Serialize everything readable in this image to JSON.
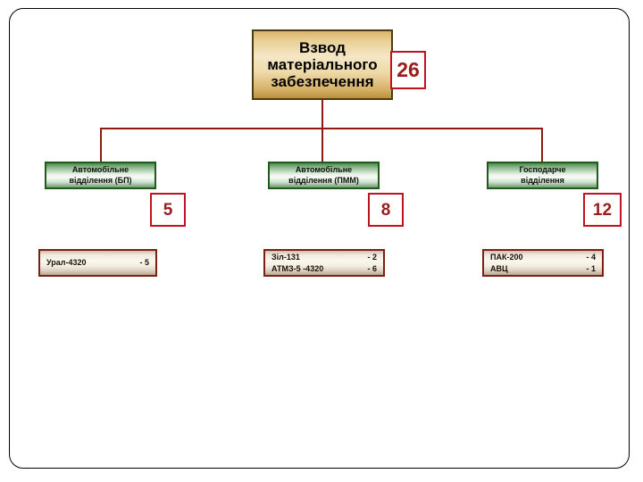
{
  "chart_data": {
    "type": "diagram",
    "title": "Взвод матеріального забезпечення",
    "root": {
      "label_lines": [
        "Взвод",
        "матеріального",
        "забезпечення"
      ],
      "count": "26"
    },
    "units": [
      {
        "label_lines": [
          "Автомобільне",
          "відділення (БП)"
        ],
        "count": "5",
        "equipment": [
          {
            "name": "Урал-4320",
            "qty": "- 5"
          }
        ]
      },
      {
        "label_lines": [
          "Автомобільне",
          "відділення (ПММ)"
        ],
        "count": "8",
        "equipment": [
          {
            "name": "Зіл-131",
            "qty": "- 2"
          },
          {
            "name": "АТМЗ-5 -4320",
            "qty": "- 6"
          }
        ]
      },
      {
        "label_lines": [
          "Господарче",
          "відділення"
        ],
        "count": "12",
        "equipment": [
          {
            "name": "ПАК-200",
            "qty": "- 4"
          },
          {
            "name": "АВЦ",
            "qty": "- 1"
          }
        ]
      }
    ],
    "colors": {
      "connector": "#8d1b12",
      "badge_border": "#c1121f",
      "badge_text": "#9b1b1b",
      "root_border": "#4a3c10",
      "unit_border": "#1d5c1d",
      "equipment_border": "#7e1f14",
      "frame": "#000000",
      "background": "#ffffff"
    }
  }
}
